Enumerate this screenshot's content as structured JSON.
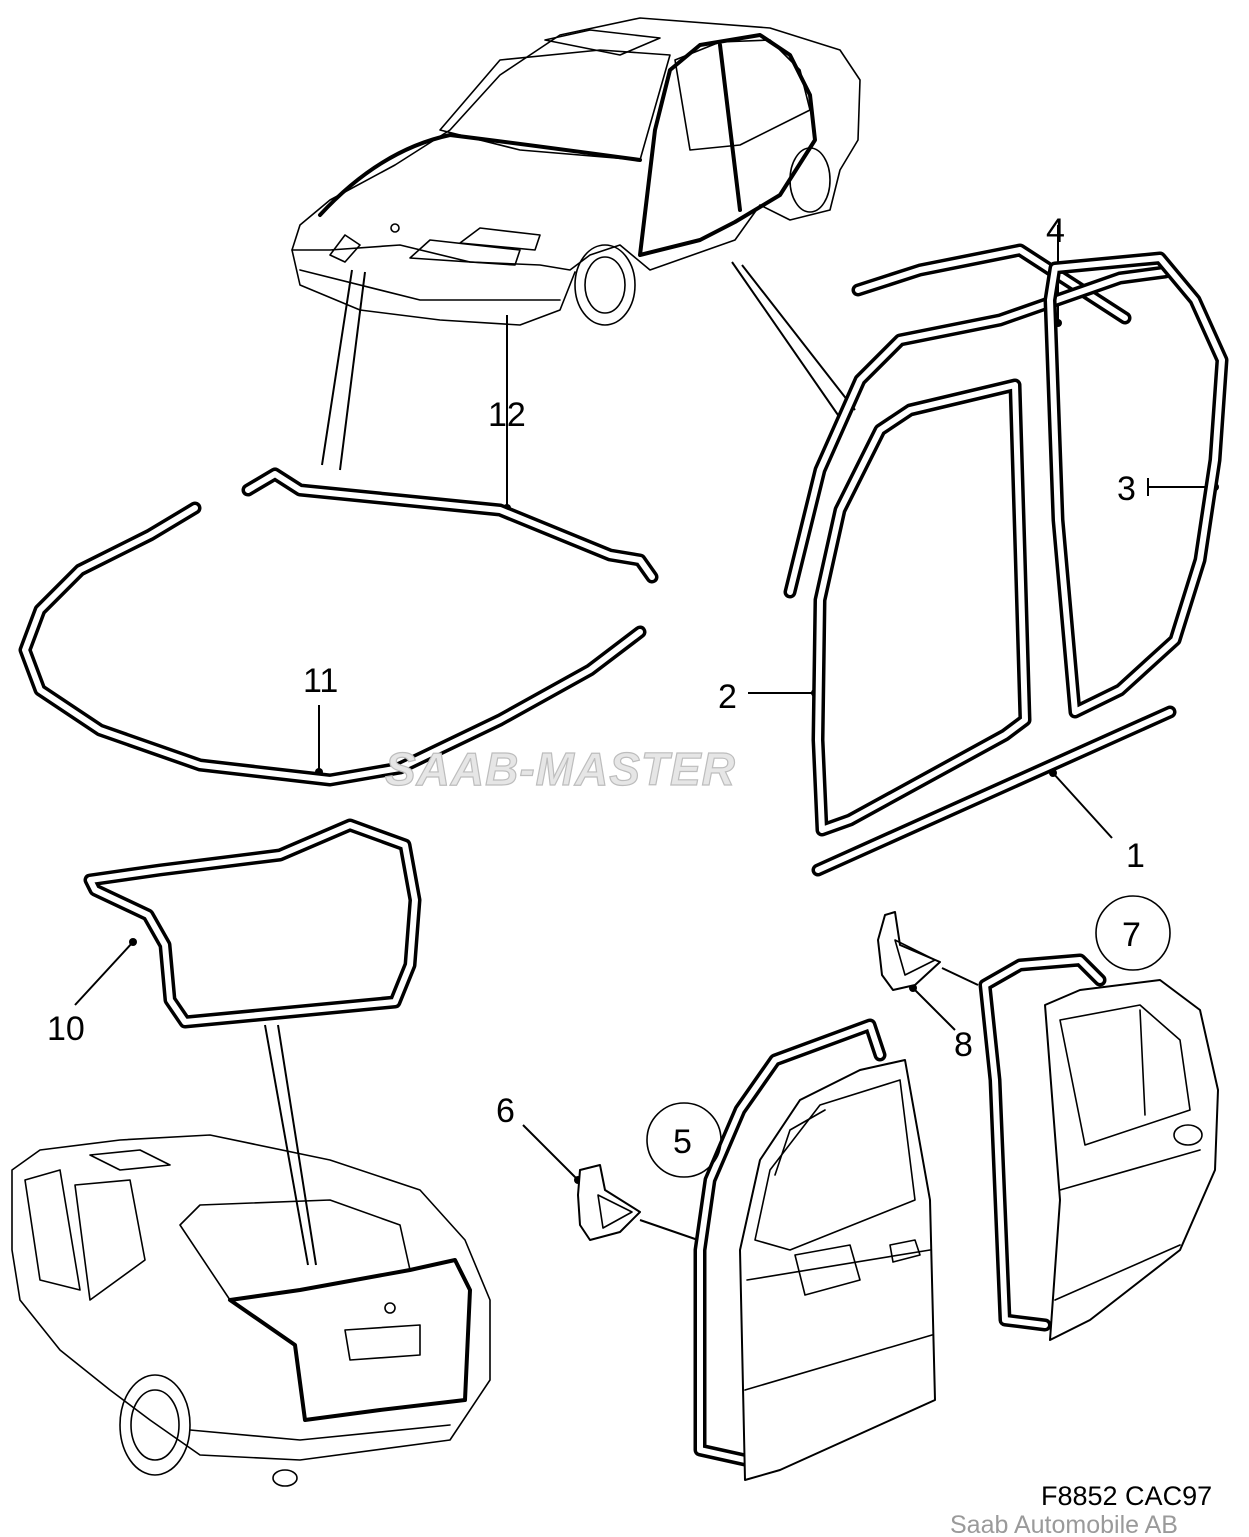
{
  "diagram": {
    "watermark": "SAAB-MASTER",
    "drawing_code": "F8852 CAC97",
    "copyright": "Saab Automobile AB",
    "callouts": {
      "c1": "1",
      "c2": "2",
      "c3": "3",
      "c4": "4",
      "c5": "5",
      "c6": "6",
      "c7": "7",
      "c8": "8",
      "c10": "10",
      "c11": "11",
      "c12": "12"
    }
  }
}
